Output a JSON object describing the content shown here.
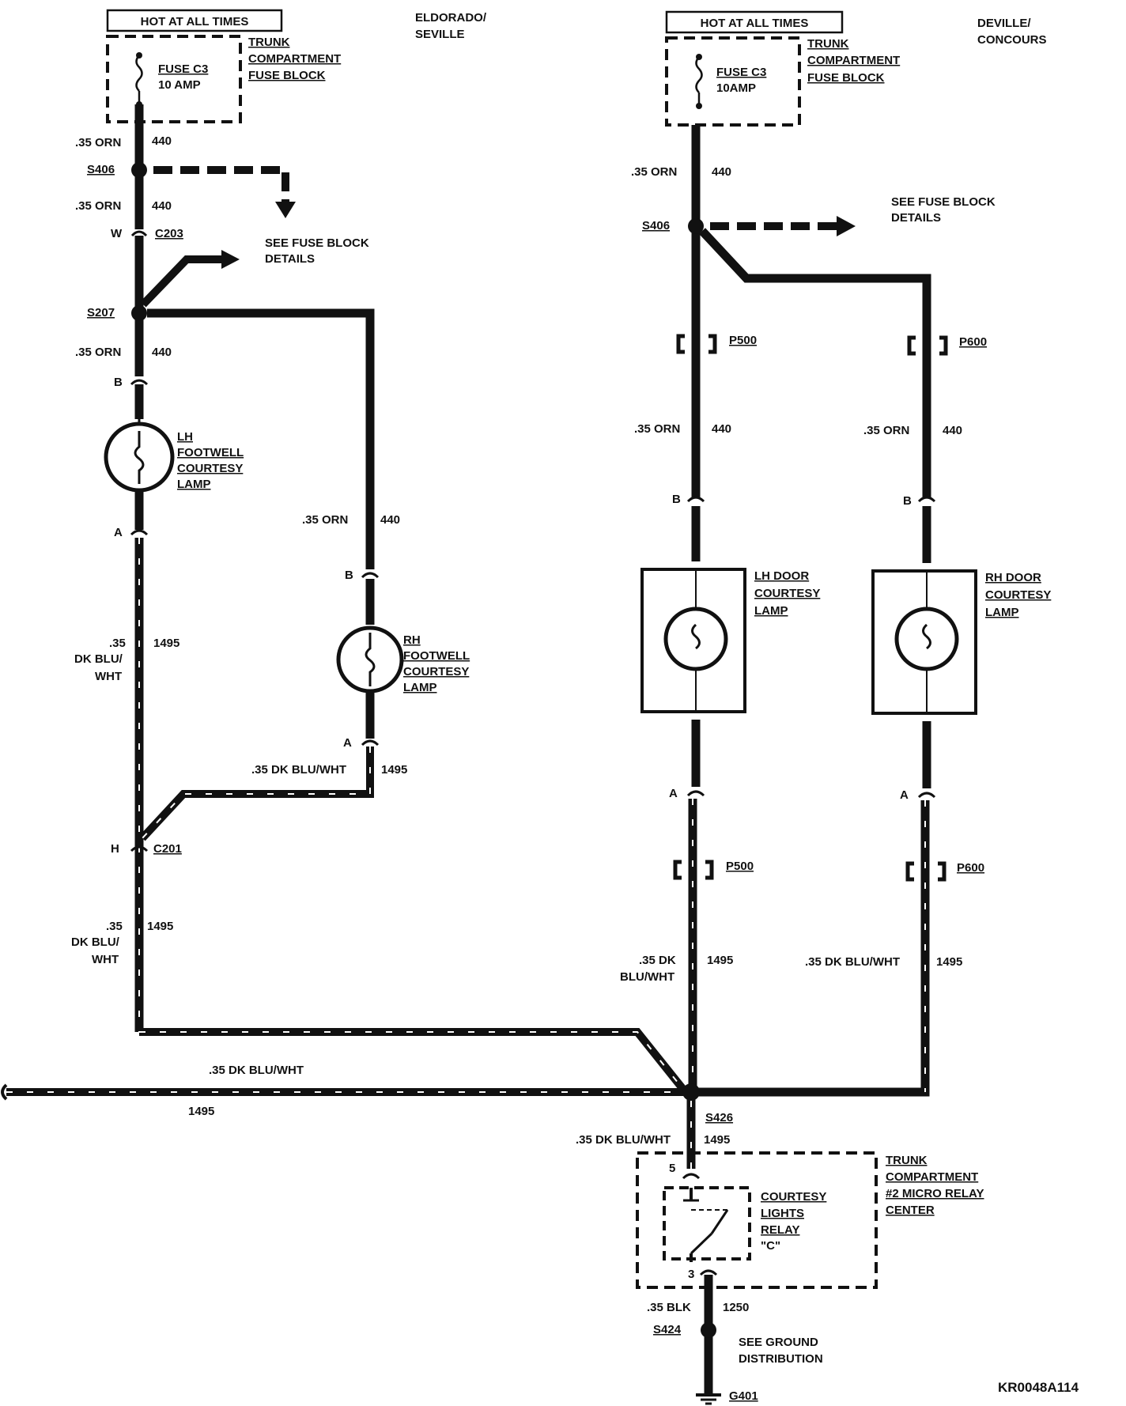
{
  "left": {
    "hot_box": "HOT AT ALL TIMES",
    "model_line1": "ELDORADO/",
    "model_line2": "SEVILLE",
    "fuse_block_line1": "TRUNK",
    "fuse_block_line2": "COMPARTMENT",
    "fuse_block_line3": "FUSE BLOCK",
    "fuse_name": "FUSE C3",
    "fuse_rating": "10 AMP",
    "wire_orn": ".35 ORN",
    "circuit_440": "440",
    "s406": "S406",
    "c203_pin": "W",
    "c203": "C203",
    "see_fuse_line1": "SEE FUSE BLOCK",
    "see_fuse_line2": "DETAILS",
    "s207": "S207",
    "pin_b": "B",
    "pin_a": "A",
    "lh_lamp_line1": "LH",
    "lh_lamp_line2": "FOOTWELL",
    "lh_lamp_line3": "COURTESY",
    "lh_lamp_line4": "LAMP",
    "rh_lamp_line1": "RH",
    "rh_lamp_line2": "FOOTWELL",
    "rh_lamp_line3": "COURTESY",
    "rh_lamp_line4": "LAMP",
    "wire_35": ".35",
    "wire_dkblu": "DK BLU/",
    "wire_wht": "WHT",
    "circuit_1495": "1495",
    "wire_dkbluwht": ".35 DK BLU/WHT",
    "c201_pin": "H",
    "c201": "C201"
  },
  "right": {
    "hot_box": "HOT AT ALL TIMES",
    "model_line1": "DEVILLE/",
    "model_line2": "CONCOURS",
    "fuse_block_line1": "TRUNK",
    "fuse_block_line2": "COMPARTMENT",
    "fuse_block_line3": "FUSE BLOCK",
    "fuse_name": "FUSE C3",
    "fuse_rating": "10AMP",
    "wire_orn": ".35 ORN",
    "circuit_440": "440",
    "see_fuse_line1": "SEE FUSE BLOCK",
    "see_fuse_line2": "DETAILS",
    "s406": "S406",
    "p500": "P500",
    "p600": "P600",
    "pin_b": "B",
    "pin_a": "A",
    "lh_door_line1": "LH DOOR",
    "lh_door_line2": "COURTESY",
    "lh_door_line3": "LAMP",
    "rh_door_line1": "RH DOOR",
    "rh_door_line2": "COURTESY",
    "rh_door_line3": "LAMP",
    "wire_35dk": ".35 DK",
    "wire_bluwht": "BLU/WHT",
    "wire_dkbluwht": ".35 DK BLU/WHT",
    "circuit_1495": "1495"
  },
  "bottom": {
    "bus_wire": ".35 DK BLU/WHT",
    "bus_circuit": "1495",
    "s426": "S426",
    "relay_wire": ".35 DK BLU/WHT",
    "relay_circuit": "1495",
    "pin5": "5",
    "pin3": "3",
    "relay_center_line1": "TRUNK",
    "relay_center_line2": "COMPARTMENT",
    "relay_center_line3": "#2 MICRO RELAY",
    "relay_center_line4": "CENTER",
    "relay_line1": "COURTESY",
    "relay_line2": "LIGHTS",
    "relay_line3": "RELAY",
    "relay_line4": "\"C\"",
    "ground_wire": ".35 BLK",
    "ground_circuit": "1250",
    "s424": "S424",
    "ground_note_line1": "SEE GROUND",
    "ground_note_line2": "DISTRIBUTION",
    "g401": "G401",
    "figure_code": "KR0048A114"
  }
}
